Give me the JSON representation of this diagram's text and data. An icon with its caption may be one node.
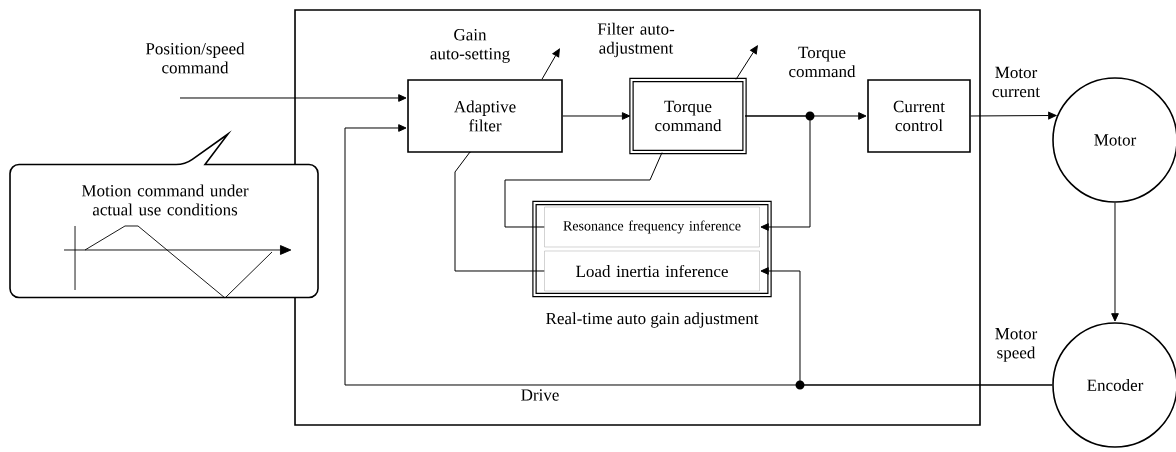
{
  "diagram": {
    "nodes": [
      {
        "text": [
          "Drive"
        ]
      },
      {
        "text": [
          "Adaptive filter"
        ],
        "in": 0
      },
      {
        "text": [
          "Torque command"
        ],
        "in": 0
      },
      {
        "text": [
          "Current control"
        ],
        "in": 0
      },
      {
        "text": [
          "Real-time auto gain adjustment"
        ],
        "in": 0
      },
      {
        "text": [
          "Resonance frequency inference"
        ],
        "in": 4
      },
      {
        "text": [
          "Load inertia inference"
        ],
        "in": 4
      },
      {
        "text": [
          "Motion command under actual use conditions"
        ]
      },
      {
        "text": [
          "Motor"
        ]
      },
      {
        "text": [
          "Encoder"
        ]
      }
    ],
    "edges": [
      {
        "from": null,
        "to": 1,
        "arrow": "to",
        "label": "Position/speed command"
      },
      {
        "from": 1,
        "to": 2,
        "arrow": "to"
      },
      {
        "from": 2,
        "to": 3,
        "arrow": "to",
        "label": "Torque command"
      },
      {
        "from": 3,
        "to": 8,
        "arrow": "to",
        "label": "Motor current"
      },
      {
        "from": 8,
        "to": 9,
        "arrow": "to"
      },
      {
        "from": 9,
        "to": 1,
        "arrow": "to",
        "label": "Motor speed"
      },
      {
        "from": 9,
        "to": 6,
        "arrow": "to"
      },
      {
        "from": 2,
        "to": 5,
        "arrow": "to"
      },
      {
        "from": 1,
        "to": null,
        "arrow": "to",
        "label": "Gain auto-setting"
      },
      {
        "from": 2,
        "to": null,
        "arrow": "to",
        "label": "Filter auto-adjustment"
      },
      {
        "from": 6,
        "to": 1,
        "arrow": "none"
      },
      {
        "from": 5,
        "to": 2,
        "arrow": "none"
      }
    ]
  }
}
